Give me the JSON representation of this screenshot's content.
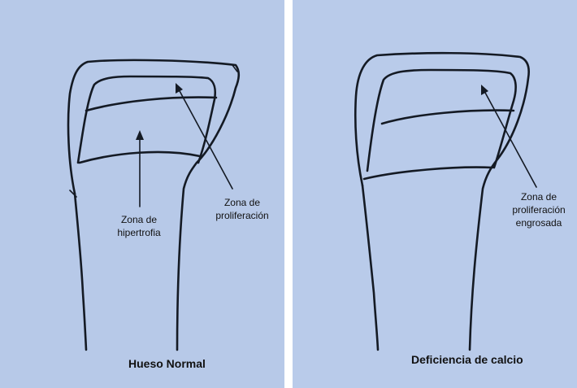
{
  "panels": {
    "left": {
      "background": "#b7c9e8",
      "labels": {
        "proliferation": "Zona de\nproliferación",
        "hypertrophy": "Zona de\nhipertrofia"
      },
      "caption": "Hueso Normal"
    },
    "right": {
      "background": "#b9cbea",
      "labels": {
        "proliferation": "Zona de\nproliferación\nengrosada"
      },
      "caption": "Deficiencia de calcio"
    }
  },
  "colors": {
    "ink": "#141a24",
    "separator": "#ffffff"
  }
}
